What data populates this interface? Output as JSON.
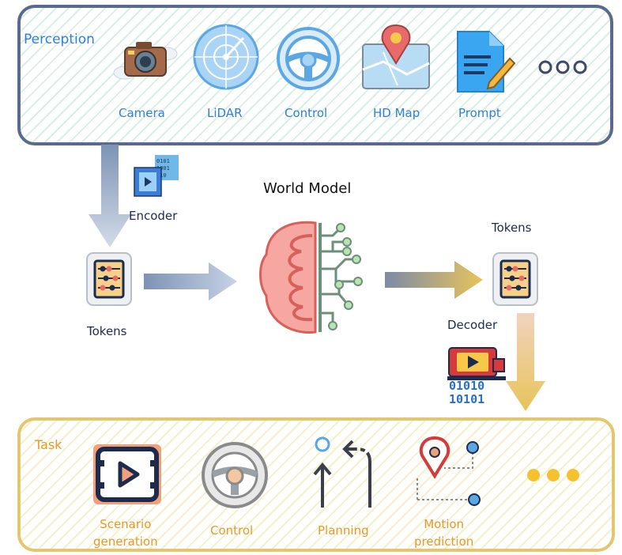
{
  "title": "World Model",
  "perception": {
    "label": "Perception",
    "items": [
      {
        "label": "Camera",
        "icon": "camera-icon"
      },
      {
        "label": "LiDAR",
        "icon": "lidar-icon"
      },
      {
        "label": "Control",
        "icon": "steering-wheel-icon"
      },
      {
        "label": "HD Map",
        "icon": "map-pin-icon"
      },
      {
        "label": "Prompt",
        "icon": "document-icon"
      }
    ],
    "more_icon": "ellipsis-icon"
  },
  "flow": {
    "encoder_label": "Encoder",
    "input_tokens_label": "Tokens",
    "output_tokens_label": "Tokens",
    "decoder_label": "Decoder",
    "binary_top": "01010",
    "binary_bottom": "10101"
  },
  "task": {
    "label": "Task",
    "items": [
      {
        "line1": "Scenario",
        "line2": "generation",
        "icon": "video-play-icon"
      },
      {
        "line1": "Control",
        "line2": "",
        "icon": "steering-wheel-icon"
      },
      {
        "line1": "Planning",
        "line2": "",
        "icon": "turn-arrows-icon"
      },
      {
        "line1": "Motion",
        "line2": "prediction",
        "icon": "route-pin-icon"
      }
    ],
    "more_icon": "ellipsis-icon"
  },
  "colors": {
    "perception_border": "#5a6a8c",
    "task_border": "#e3c66e",
    "perception_text": "#2f7fd4",
    "task_text": "#e8982a",
    "brain": "#f28b82"
  }
}
